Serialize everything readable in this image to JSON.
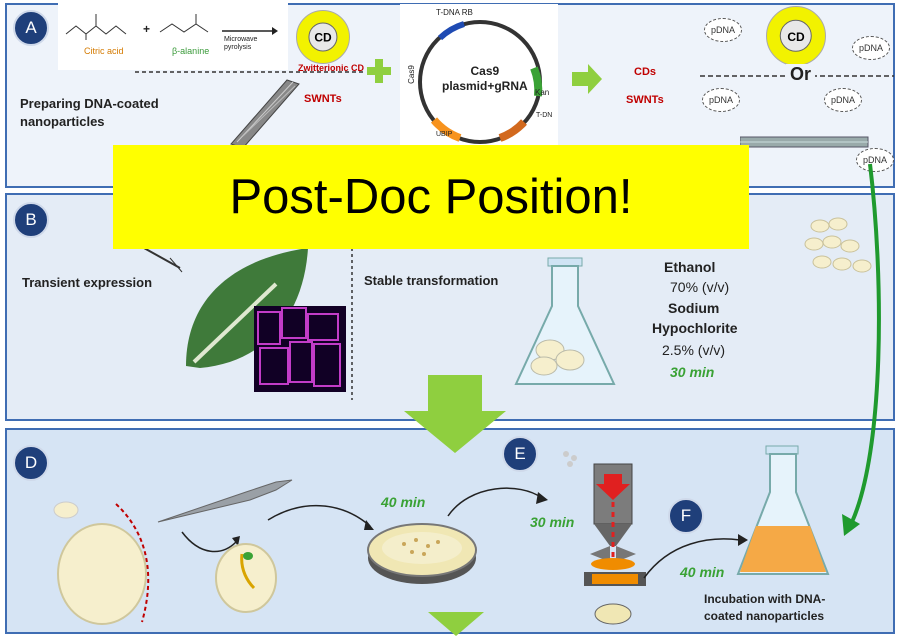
{
  "panels": {
    "a": {
      "badge": "A",
      "title_lines": [
        "Preparing DNA-coated",
        "nanoparticles"
      ],
      "reagents": {
        "citric_acid": "Citric acid",
        "beta_alanine": "β-alanine",
        "pyrolysis": "Microwave\npyrolysis",
        "plus": "+"
      },
      "zwitterionic_cd": "Zwitterionic CD",
      "cd": "CD",
      "swnts": "SWNTs",
      "plasmid": {
        "title": "Cas9\nplasmid+gRNA",
        "t_dna_rb": "T-DNA RB",
        "t_dna_lb": "T-DN",
        "cas9": "Cas9",
        "ubip": "UBIP",
        "kan": "Kan"
      },
      "results": {
        "cds": "CDs",
        "swnts": "SWNTs"
      },
      "or_text": "Or",
      "pdna": "pDNA"
    },
    "b": {
      "badge": "B",
      "transient": "Transient expression",
      "stable": "Stable transformation",
      "sterilization": [
        "Ethanol",
        "70% (v/v)",
        "Sodium",
        "Hypochlorite",
        "2.5% (v/v)"
      ],
      "time": "30 min"
    },
    "d": {
      "badge": "D",
      "time_plate": "40 min"
    },
    "e": {
      "badge": "E",
      "time": "30 min"
    },
    "f": {
      "badge": "F",
      "time": "40 min",
      "incubation": [
        "Incubation with DNA-",
        "coated nanoparticles"
      ]
    }
  },
  "banner": "Post-Doc Position!",
  "colors": {
    "panel_fill": "#eaf0f8",
    "panel_border": "#3f6db3",
    "badge": "#1f3f7a",
    "arrow_green": "#8fcf3f",
    "curve_green": "#1f9a2e",
    "banner": "#ffff00",
    "accent_red": "#c00000"
  }
}
